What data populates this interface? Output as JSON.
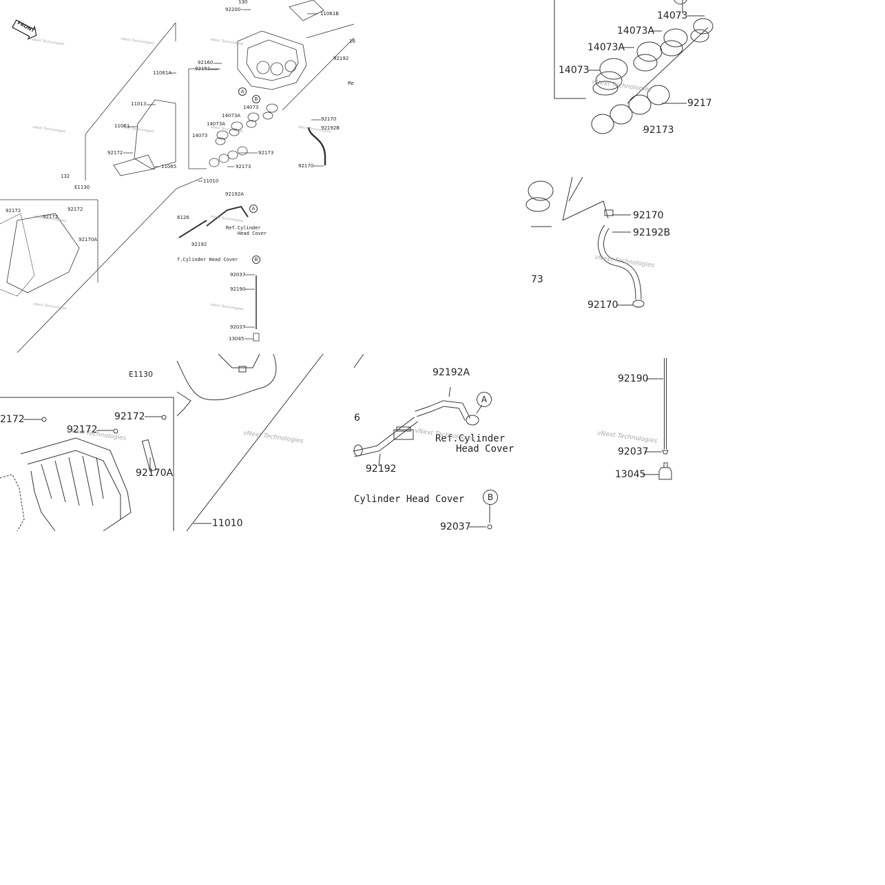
{
  "section_code": "E1130",
  "front_badge": "FRONT",
  "watermark": "vNext Technologies",
  "callouts": {
    "a": "A",
    "b": "B"
  },
  "refs": {
    "cylinder_head_cover": "Ref.Cylinder Head Cover",
    "cylinder_head_cover_line1": "Ref.Cylinder",
    "cylinder_head_cover_line2": "Head Cover",
    "cylinder_head_cover_overview_cut": "f.Cylinder Head Cover",
    "cylinder_head_cover_zoom_cut": "Cylinder Head Cover",
    "overview_top_right_cut": "Re"
  },
  "parts": {
    "p11010": "11010",
    "p11013": "11013",
    "p11061": "11061",
    "p11061A": "11061A",
    "p11061B": "11061B",
    "p11065": "11065",
    "p13045": "13045",
    "p14073": "14073",
    "p14073A": "14073A",
    "p92037": "92037",
    "p92152": "92152",
    "p92160": "92160",
    "p92170": "92170",
    "p92170A": "92170A",
    "p92172": "92172",
    "p92173": "92173",
    "p92190": "92190",
    "p92192": "92192",
    "p92192A": "92192A",
    "p92192B": "92192B",
    "p92200": "92200"
  },
  "cut_labels": {
    "top_130": "130",
    "left_132": "132",
    "left_16126": "6126",
    "top_16": "16",
    "zoom_6": "6",
    "zoom_73": "73",
    "zoom_2172": "2172",
    "zoom_9217": "9217"
  }
}
